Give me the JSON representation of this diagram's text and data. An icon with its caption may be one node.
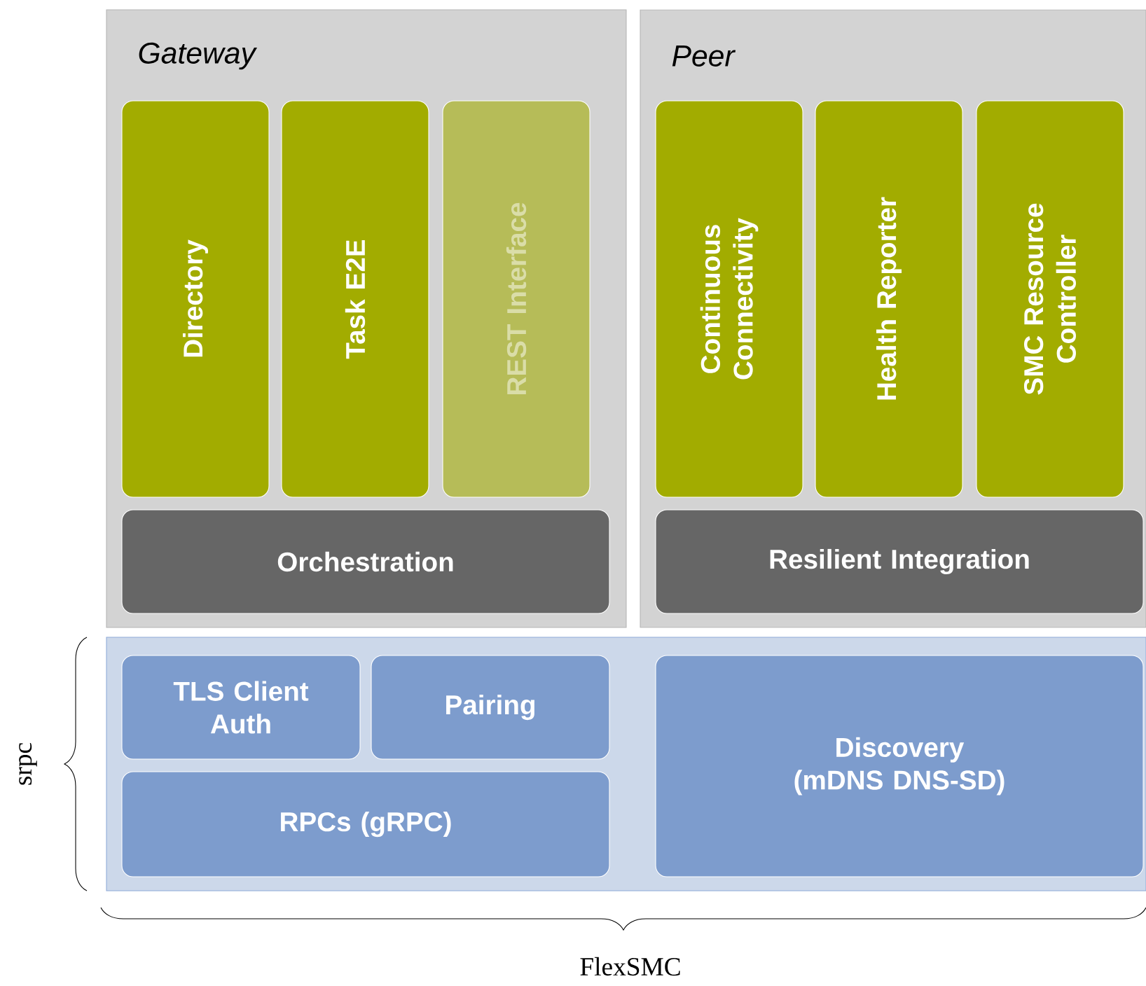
{
  "diagram": {
    "nodes": [
      {
        "text": [
          "Gateway"
        ]
      },
      {
        "text": [
          "Directory"
        ],
        "in": 0
      },
      {
        "text": [
          "Task E2E"
        ],
        "in": 0
      },
      {
        "text": [
          "REST Interface"
        ],
        "in": 0
      },
      {
        "text": [
          "Orchestration"
        ],
        "in": 0
      },
      {
        "text": [
          "Peer"
        ]
      },
      {
        "text": [
          "Continuous Connectivity"
        ],
        "in": 5
      },
      {
        "text": [
          "Health Reporter"
        ],
        "in": 5
      },
      {
        "text": [
          "SMC Resource Controller"
        ],
        "in": 5
      },
      {
        "text": [
          "Resilient Integration"
        ],
        "in": 5
      },
      {
        "text": [],
        "shape": "box",
        "beside": [
          "srpc"
        ]
      },
      {
        "text": [
          "TLS Client Auth"
        ],
        "in": 10
      },
      {
        "text": [
          "Pairing"
        ],
        "in": 10
      },
      {
        "text": [
          "RPCs (gRPC)"
        ],
        "in": 10
      },
      {
        "text": [
          "Discovery (mDNS DNS-SD)"
        ],
        "in": 10
      }
    ],
    "labels": [
      "FlexSMC"
    ]
  }
}
